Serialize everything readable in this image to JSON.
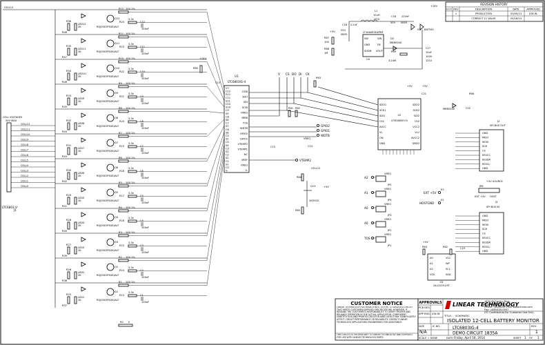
{
  "revision": {
    "title": "REVISION HISTORY",
    "headers": [
      "ECO",
      "REV",
      "DESCRIPTION",
      "DATE",
      "APPROVED"
    ],
    "rows": [
      [
        "",
        "1",
        "PRODUCTION",
        "03/05/13",
        "JON W."
      ],
      [
        "",
        "",
        "CORRECT L1 VALUE",
        "04/18/14",
        ""
      ]
    ]
  },
  "ic": {
    "u1": {
      "ref": "U1",
      "part": "LTC6803IG-4",
      "left_pins": [
        "V+",
        "C12",
        "S12",
        "C11",
        "S11",
        "C10",
        "S10",
        "C9",
        "S9",
        "C8",
        "S8",
        "C7",
        "S7",
        "C6",
        "S6",
        "C5",
        "S5",
        "C4",
        "S4",
        "C3",
        "S3",
        "C2",
        "S2",
        "C1",
        "S1",
        "C0",
        "V-"
      ],
      "right_pins": [
        "CSBI",
        "SDO",
        "SDI",
        "SCKI",
        "VREG",
        "MMB",
        "TOS",
        "WDTB",
        "GPIO2",
        "GPIO1",
        "VTEMP2",
        "VTEMP1",
        "NC",
        "VREF",
        "VREG",
        "V-"
      ]
    },
    "u2": {
      "ref": "U2",
      "part": "LTM2883IY-5I",
      "left_pins": [
        "SDO1",
        "SCK1",
        "SDI1",
        "CS1",
        "AVCC",
        "VL",
        "ON",
        "GND"
      ],
      "right_pins": [
        "SDO2",
        "SCK2",
        "SDI2",
        "CS2",
        "VCC2",
        "VL2",
        "AVCC2",
        "GND2"
      ]
    },
    "u3": {
      "ref": "U3",
      "part": "24LC025-I/ST",
      "pins": [
        "A0",
        "A1",
        "A2",
        "VSS",
        "VCC",
        "WP",
        "SCL",
        "SDA"
      ]
    },
    "u4": {
      "ref": "U4",
      "part": "LT3460ESE#PBF",
      "pins": [
        "SW",
        "GND",
        "SHDN",
        "VIN",
        "FB",
        "VOUT"
      ]
    }
  },
  "pwr": {
    "l1": {
      "ref": "L1",
      "value": "10uH",
      "pkg": "1210"
    },
    "c18": {
      "ref": "C18",
      "value": "220nF",
      "volt": "50V",
      "pkg": "0805"
    },
    "d1": {
      "ref": "D1",
      "part": "BAT54S"
    },
    "d2": {
      "ref": "D2",
      "part": "MBR0540"
    },
    "c16": {
      "ref": "C16",
      "value": "2.2uF",
      "volt": "25V",
      "pkg": "0805"
    },
    "r67": {
      "ref": "R67",
      "value": "10k",
      "tol": "1%"
    },
    "r68": {
      "ref": "R68",
      "value": "1M",
      "tol": "1%"
    },
    "r69": {
      "ref": "R69",
      "value": "3.24M",
      "tol": "1%"
    },
    "c17": {
      "ref": "C17",
      "value": "10uF",
      "volt": "100V",
      "pkg": "1210"
    },
    "vcc": "+5V",
    "vneg": "+5V",
    "vplus": "+24V"
  },
  "cells": {
    "connector": {
      "ref": "J1",
      "title": "CELL VOLTAGES",
      "sub": "50V MAX"
    },
    "labels": [
      "CELL12",
      "CELL11",
      "CELL10",
      "CELL9",
      "CELL8",
      "CELL7",
      "CELL6",
      "CELL5",
      "CELL4",
      "CELL3",
      "CELL2",
      "CELL1",
      "CELL0"
    ],
    "bat_neg": "LTC6803 V-",
    "stages": [
      {
        "led": "LED12",
        "q": "Q12",
        "ra": "R12",
        "rb": "R24",
        "rc": "R36",
        "rd": "R48",
        "cap": "C12"
      },
      {
        "led": "LED11",
        "q": "Q11",
        "ra": "R11",
        "rb": "R23",
        "rc": "R35",
        "rd": "R47",
        "cap": "C11"
      },
      {
        "led": "LED10",
        "q": "Q10",
        "ra": "R10",
        "rb": "R22",
        "rc": "R34",
        "rd": "R46",
        "cap": "C10"
      },
      {
        "led": "LED9",
        "q": "Q9",
        "ra": "R9",
        "rb": "R21",
        "rc": "R33",
        "rd": "R45",
        "cap": "C9"
      },
      {
        "led": "LED8",
        "q": "Q8",
        "ra": "R8",
        "rb": "R20",
        "rc": "R32",
        "rd": "R44",
        "cap": "C8"
      },
      {
        "led": "LED7",
        "q": "Q7",
        "ra": "R7",
        "rb": "R19",
        "rc": "R31",
        "rd": "R43",
        "cap": "C7"
      },
      {
        "led": "LED6",
        "q": "Q6",
        "ra": "R6",
        "rb": "R18",
        "rc": "R30",
        "rd": "R42",
        "cap": "C6"
      },
      {
        "led": "LED5",
        "q": "Q5",
        "ra": "R5",
        "rb": "R17",
        "rc": "R29",
        "rd": "R41",
        "cap": "C5"
      },
      {
        "led": "LED4",
        "q": "Q4",
        "ra": "R4",
        "rb": "R16",
        "rc": "R28",
        "rd": "R40",
        "cap": "C4"
      },
      {
        "led": "LED3",
        "q": "Q3",
        "ra": "R3",
        "rb": "R15",
        "rc": "R27",
        "rd": "R39",
        "cap": "C3"
      },
      {
        "led": "LED2",
        "q": "Q2",
        "ra": "R2",
        "rb": "R14",
        "rc": "R26",
        "rd": "R38",
        "cap": "C2"
      },
      {
        "led": "LED1",
        "q": "Q1",
        "ra": "R1",
        "rb": "R13",
        "rc": "R25",
        "rd": "R37",
        "cap": "C1"
      }
    ],
    "q_part": "RQJ0303PGDQALT",
    "ra_val": "100 1%",
    "rb_val": "3.3k",
    "rc_val": "2K",
    "cap_val": "100nF",
    "r0": {
      "ref": "R0",
      "value": "0"
    }
  },
  "spi": {
    "bus_out": {
      "ref": "J2",
      "title": "SPI BUS OUT",
      "pins": [
        "GND",
        "MISO",
        "MOSI",
        "SCK",
        "CS",
        "EEVCC",
        "EESDA",
        "EESCL",
        "GND"
      ]
    },
    "bus_in": {
      "ref": "J3",
      "title": "SPI BUS IN",
      "pins": [
        "GND",
        "MISO",
        "MOSI",
        "SCK",
        "CS",
        "EEVCC",
        "EESDA",
        "EESCL",
        "GND"
      ]
    },
    "src": {
      "title": "+5V SOURCE",
      "jp": "JP6",
      "ext": "EXT +5V",
      "host": "HOST"
    },
    "gnd_label": "HOSTGND",
    "ext_label": "EXT +5V",
    "e_labels": [
      "E3",
      "E2"
    ]
  },
  "jumpers": [
    {
      "ref": "JP5",
      "sig": "A2",
      "net": "VREG"
    },
    {
      "ref": "JP4",
      "sig": "A1",
      "net": "VREG"
    },
    {
      "ref": "JP3",
      "sig": "A0",
      "net": "VREG"
    },
    {
      "ref": "JP2",
      "sig": "A0",
      "net": "VREG"
    },
    {
      "ref": "JP1",
      "sig": "TOS",
      "net": "VREG"
    }
  ],
  "misc": {
    "r60": "R60",
    "r61": "R61",
    "r62": "R62",
    "r63": "R63",
    "r64": "R64",
    "r65": "R65",
    "r66": "R66",
    "c13": "C13",
    "c14": "C14",
    "c15": "C15",
    "c19": "C19",
    "c20": "C20",
    "c21": "C21",
    "c22": "C22",
    "q13": "Q13",
    "q13_part": "2N7002",
    "gpio2": "GPIO2",
    "gpio1": "GPIO1",
    "wdtb": "WDTB",
    "vtemp2": "VTEMP2",
    "vreg": "VREG",
    "cell12": "CELL12"
  },
  "notice": {
    "title": "CUSTOMER NOTICE",
    "body": "LINEAR TECHNOLOGY HAS MADE A BEST EFFORT TO DESIGN A CIRCUIT THAT MEETS CUSTOMER-SUPPLIED SPECIFICATIONS; HOWEVER, IT REMAINS THE CUSTOMER'S RESPONSIBILITY TO VERIFY PROPER AND RELIABLE OPERATION IN THE ACTUAL APPLICATION. COMPONENT SUBSTITUTION AND PRINTED CIRCUIT BOARD LAYOUT MAY SIGNIFICANTLY AFFECT CIRCUIT PERFORMANCE OR RELIABILITY. CONTACT LINEAR TECHNOLOGY APPLICATIONS ENGINEERING FOR ASSISTANCE.",
    "footer": "THIS CIRCUIT IS PROPRIETARY TO LINEAR TECHNOLOGY AND SUPPLIED FOR USE WITH LINEAR TECHNOLOGY PARTS."
  },
  "title_block": {
    "approvals": "APPROVALS",
    "pcb_des": "PCB DES.",
    "app_eng": "APP ENG.",
    "app_eng_name": "JON W.",
    "company": "LINEAR TECHNOLOGY",
    "address": [
      "1630 McCarthy Blvd.",
      "Milpitas, CA 95035",
      "Phone: (408)432-1900  www.linear.com",
      "Fax: (408)434-0507",
      "LTC Confidential-For Customer Use Only"
    ],
    "title_label": "TITLE:",
    "schematic": "SCHEMATIC",
    "title": "ISOLATED 12-CELL BATTERY MONITOR",
    "size_label": "SIZE",
    "size": "N/A",
    "ic_no_label": "IC NO.",
    "ic_no": "LTC6803IG-4",
    "demo": "DEMO CIRCUIT 1835A",
    "rev_label": "REV.",
    "rev": "1",
    "scale": "SCALE = NONE",
    "date_label": "DATE:",
    "date": "Friday, April 18, 2014",
    "sheet_label": "SHEET",
    "sheet": "1",
    "of_label": "OF",
    "of": "1"
  }
}
